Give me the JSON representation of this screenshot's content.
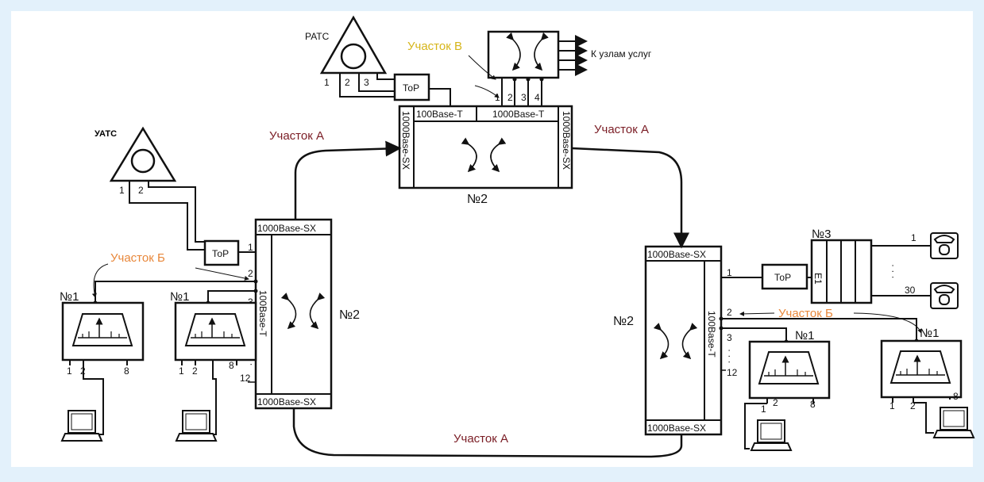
{
  "nodes": {
    "uats": "УАТС",
    "rats": "РАТС",
    "svc_label": "К узлам услуг"
  },
  "sections": {
    "a": "Участок А",
    "b": "Участок Б",
    "v": "Участок В"
  },
  "devices": {
    "switch_no": "№2",
    "terminal_no": "№1",
    "mux_no": "№3",
    "top_label": "ТоР",
    "e1_label": "E1"
  },
  "ports": {
    "sx": "1000Base-SX",
    "t100": "100Base-T",
    "t1000": "1000Base-T"
  },
  "port_numbers": {
    "p1": "1",
    "p2": "2",
    "p3": "3",
    "p4": "4",
    "p8": "8",
    "p12": "12",
    "p30": "30",
    "dots_v": "· · ·",
    "dots_h": "· · ·"
  }
}
